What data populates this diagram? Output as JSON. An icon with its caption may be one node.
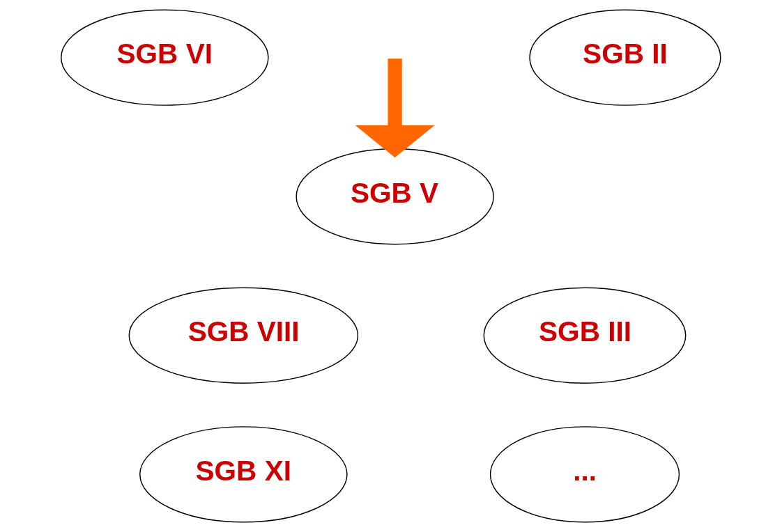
{
  "diagram": {
    "nodes": [
      {
        "text": [
          "SGB II"
        ]
      },
      {
        "text": [
          "SGB VI"
        ]
      },
      {
        "text": [
          "SGB V"
        ]
      },
      {
        "text": [
          "SGB III"
        ]
      },
      {
        "text": [
          "SGB VIII"
        ]
      },
      {
        "text": [
          "SGB XI"
        ]
      },
      {
        "text": [
          "..."
        ]
      }
    ],
    "edges": [
      {
        "from": null,
        "to": 2,
        "arrow": "to",
        "color": "#ff6600"
      }
    ]
  }
}
